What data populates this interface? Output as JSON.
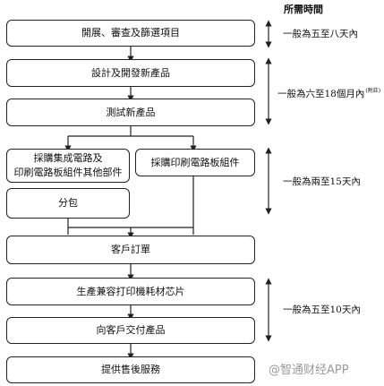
{
  "header": {
    "required_time": "所需時間"
  },
  "steps": [
    {
      "id": "s1",
      "label": "開展、審查及篩選項目"
    },
    {
      "id": "s2",
      "label": "設計及開發新產品"
    },
    {
      "id": "s3",
      "label": "測試新產品"
    },
    {
      "id": "s4a_line1",
      "label": "採購集成電路及"
    },
    {
      "id": "s4a_line2",
      "label": "印刷電路板組件其他部件"
    },
    {
      "id": "s4b",
      "label": "採購印刷電路板組件"
    },
    {
      "id": "s5",
      "label": "分包"
    },
    {
      "id": "s6",
      "label": "客戶訂單"
    },
    {
      "id": "s7",
      "label": "生產兼容打印機耗材芯片"
    },
    {
      "id": "s8",
      "label": "向客戶交付產品"
    },
    {
      "id": "s9",
      "label": "提供售後服務"
    }
  ],
  "durations": [
    {
      "label": "一般為五至八天內",
      "note": ""
    },
    {
      "label": "一般為六至18個月內",
      "note": "(附註)"
    },
    {
      "label": "一般為兩至15天內",
      "note": ""
    },
    {
      "label": "一般為五至10天內",
      "note": ""
    }
  ],
  "watermark": "@智通财经APP"
}
